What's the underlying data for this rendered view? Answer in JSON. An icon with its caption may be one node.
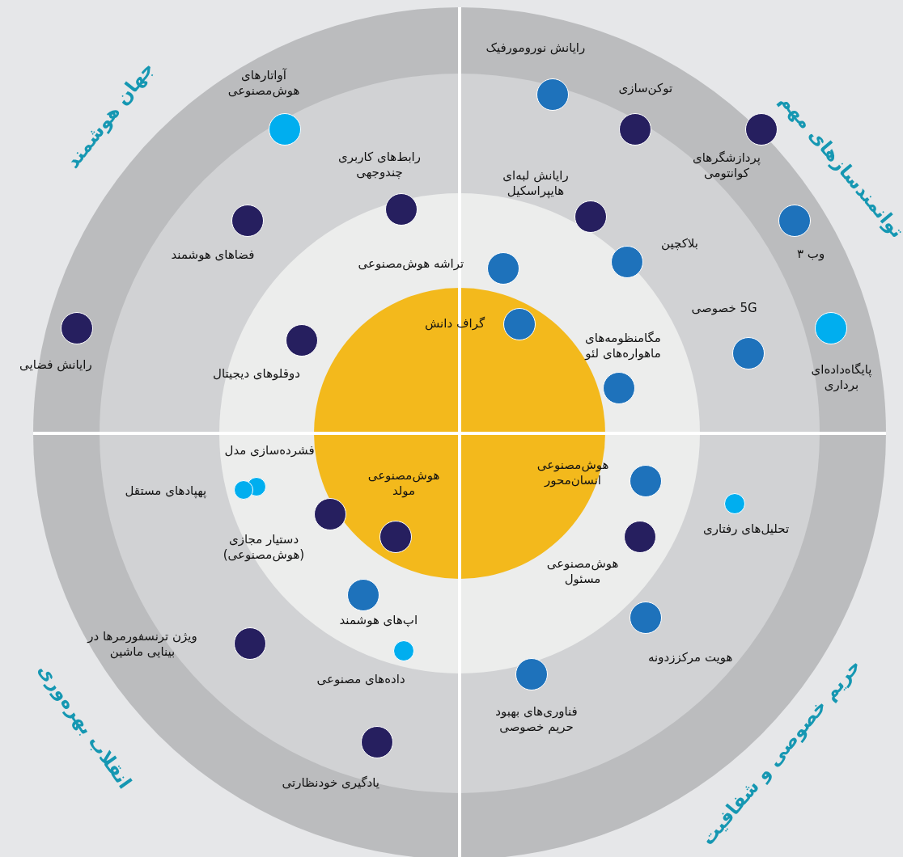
{
  "diagram": {
    "nodes": [
      {
        "text": [],
        "shape": "circle",
        "beside": [
          "رایانش نورومورفیک"
        ]
      },
      {
        "text": [],
        "shape": "circle",
        "beside": [
          "آواتارهای هوش‌مصنوعی"
        ]
      },
      {
        "text": [],
        "shape": "circle",
        "beside": [
          "توکن‌سازی"
        ]
      },
      {
        "text": [],
        "shape": "circle",
        "beside": [
          "پردازشگرهای کوانتومی"
        ]
      },
      {
        "text": [],
        "shape": "circle",
        "beside": [
          "رابط‌های کاربری چندوجهی"
        ]
      },
      {
        "text": [],
        "shape": "circle",
        "beside": [
          "رایانش لبه‌ای هایپراسکیل"
        ]
      },
      {
        "text": [],
        "shape": "circle",
        "beside": [
          "فضاهای هوشمند"
        ]
      },
      {
        "text": [],
        "shape": "circle",
        "beside": [
          "بلاکچین"
        ]
      },
      {
        "text": [],
        "shape": "circle",
        "beside": [
          "وب ۳"
        ]
      },
      {
        "text": [],
        "shape": "circle",
        "beside": [
          "تراشه هوش‌مصنوعی"
        ]
      },
      {
        "text": [],
        "shape": "circle",
        "beside": [
          "5G خصوصی"
        ]
      },
      {
        "text": [],
        "shape": "circle",
        "beside": [
          "گراف دانش"
        ]
      },
      {
        "text": [],
        "shape": "circle",
        "beside": [
          "مگامنظومه‌های ماهواره‌های لئو"
        ]
      },
      {
        "text": [],
        "shape": "circle",
        "beside": [
          "رایانش فضایی"
        ]
      },
      {
        "text": [],
        "shape": "circle",
        "beside": [
          "دوقلوهای دیجیتال"
        ]
      },
      {
        "text": [],
        "shape": "circle",
        "beside": [
          "پایگاه‌داده‌ای برداری"
        ]
      },
      {
        "text": [],
        "shape": "circle",
        "beside": [
          "فشرده‌سازی مدل"
        ]
      },
      {
        "text": [],
        "shape": "circle",
        "beside": [
          "هوش‌مصنوعی مولد"
        ]
      },
      {
        "text": [],
        "shape": "circle",
        "beside": [
          "هوش‌مصنوعی انسان‌محور"
        ]
      },
      {
        "text": [],
        "shape": "circle",
        "beside": [
          "پهپادهای مستقل"
        ]
      },
      {
        "text": [],
        "shape": "circle",
        "beside": [
          "تحلیل‌های رفتاری"
        ]
      },
      {
        "text": [],
        "shape": "circle",
        "beside": [
          "دستیار مجازی (هوش‌مصنوعی)"
        ]
      },
      {
        "text": [],
        "shape": "circle",
        "beside": [
          "هوش‌مصنوعی مسئول"
        ]
      },
      {
        "text": [],
        "shape": "circle",
        "beside": [
          "اپ‌های هوشمند"
        ]
      },
      {
        "text": [],
        "shape": "circle",
        "beside": [
          "ویژن ترنسفورمرها در بینایی ماشین"
        ]
      },
      {
        "text": [],
        "shape": "circle",
        "beside": [
          "هویت مرکززدونه"
        ]
      },
      {
        "text": [],
        "shape": "circle",
        "beside": [
          "داده‌های مصنوعی"
        ]
      },
      {
        "text": [],
        "shape": "circle",
        "beside": [
          "فناوری‌های بهبود حریم خصوصی"
        ]
      },
      {
        "text": [],
        "shape": "circle",
        "beside": [
          "یادگیری خودنظارتی"
        ]
      }
    ],
    "labels": [
      "جهان هوشمند",
      "توانمندسازهای مهم",
      "انقلاب بهره‌وری",
      "حریم خصوصی و شفافیت"
    ]
  }
}
